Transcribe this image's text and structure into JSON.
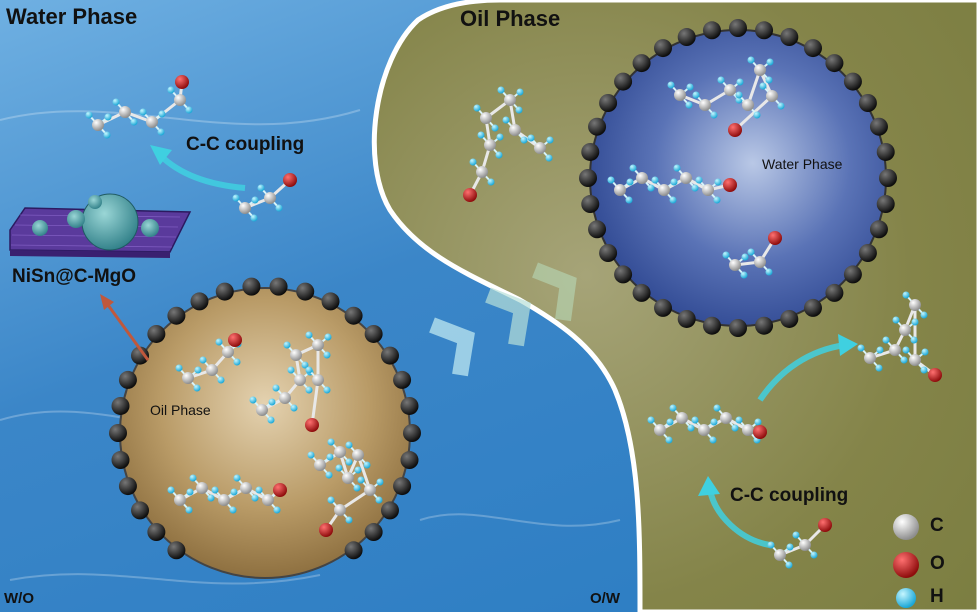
{
  "labels": {
    "water_phase_top": "Water Phase",
    "oil_phase_top": "Oil Phase",
    "catalyst": "NiSn@C-MgO",
    "cc_coupling_left": "C-C coupling",
    "cc_coupling_right": "C-C coupling",
    "oil_phase_droplet": "Oil Phase",
    "water_phase_droplet": "Water Phase",
    "corner_left": "W/O",
    "corner_right": "O/W"
  },
  "legend": [
    {
      "symbol": "C",
      "color": "#d0d0d0"
    },
    {
      "symbol": "O",
      "color": "#b01818"
    },
    {
      "symbol": "H",
      "color": "#2ec4e8"
    }
  ],
  "colors": {
    "water": "#3d8fd0",
    "oil": "#8a8a52",
    "oil_droplet": "#b69a66",
    "water_droplet": "#4a63a8",
    "arrow_cyan": "#3fd0e0",
    "arrow_catalyst": "#c0583c",
    "shell_particle": "#1b1b1b"
  }
}
